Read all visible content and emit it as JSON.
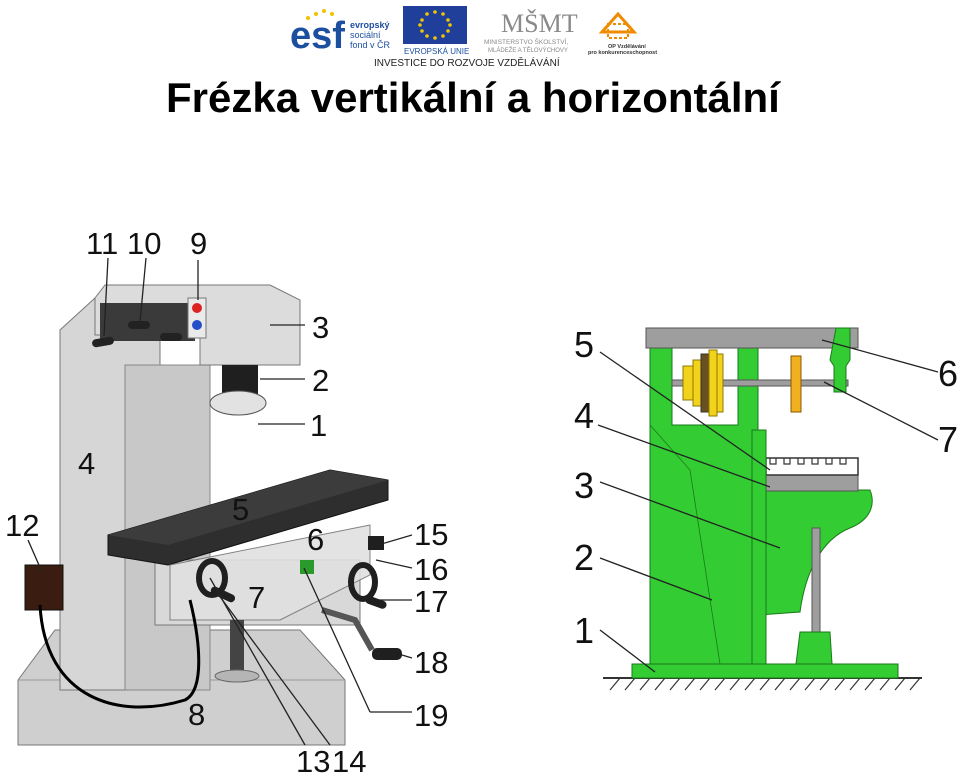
{
  "header": {
    "logos": [
      {
        "name": "esf-logo",
        "lines": [
          "evropský",
          "sociální",
          "fond v ČR"
        ]
      },
      {
        "name": "eu-flag-logo",
        "caption": "EVROPSKÁ UNIE"
      },
      {
        "name": "msmt-logo",
        "lines": [
          "MINISTERSTVO ŠKOLSTVÍ,",
          "MLÁDEŽE A TĚLOVÝCHOVY"
        ]
      },
      {
        "name": "op-logo",
        "lines": [
          "OP Vzdělávání",
          "pro konkurenceschopnost"
        ]
      }
    ],
    "slogan": "INVESTICE DO ROZVOJE VZDĚLÁVÁNÍ"
  },
  "title": "Frézka vertikální a horizontální",
  "vertical_machine": {
    "labels": [
      "1",
      "2",
      "3",
      "4",
      "5",
      "6",
      "7",
      "8",
      "9",
      "10",
      "11",
      "12",
      "13",
      "14",
      "15",
      "16",
      "17",
      "18",
      "19"
    ]
  },
  "horizontal_machine": {
    "labels": [
      "1",
      "2",
      "3",
      "4",
      "5",
      "6",
      "7"
    ]
  },
  "colors": {
    "machine_gray": "#d4d4d4",
    "machine_dark": "#2e2e2e",
    "frame_green": "#33cc33",
    "pulley_yellow": "#f2d21a",
    "cutter_orange": "#f0b020"
  }
}
